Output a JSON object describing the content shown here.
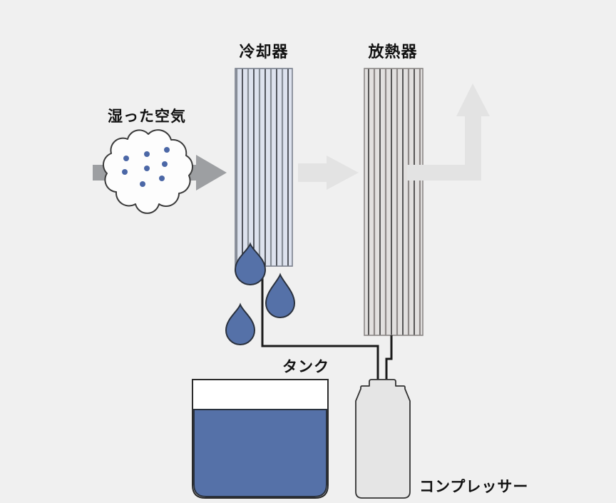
{
  "labels": {
    "humid_air": "湿った空気",
    "cooler": "冷却器",
    "radiator": "放熱器",
    "tank": "タンク",
    "compressor": "コンプレッサー"
  },
  "colors": {
    "background": "#f0f0f0",
    "text": "#111111",
    "humid_air_arrow": "#9d9fa2",
    "airflow_arrow": "#e3e3e3",
    "cloud_fill": "#fdfdfd",
    "cloud_outline": "#3a3a3a",
    "moisture_dot": "#4b67a6",
    "water_blue": "#5571a8",
    "water_outline": "#2a313d",
    "cooler_fill": "#dde2ee",
    "cooler_line_dark": "#171920",
    "cooler_line_gray": "#878d96",
    "cooler_border": "#7a808c",
    "radiator_fill": "#e2e0df",
    "radiator_line_dark": "#1b1b1b",
    "radiator_line_gray": "#8e8988",
    "radiator_border": "#8b8786",
    "pipe": "#1a1a1a",
    "compressor_fill": "#e5e5e5",
    "compressor_outline": "#333333",
    "tank_outline": "#2b2b2b",
    "tank_fill": "#ffffff"
  }
}
